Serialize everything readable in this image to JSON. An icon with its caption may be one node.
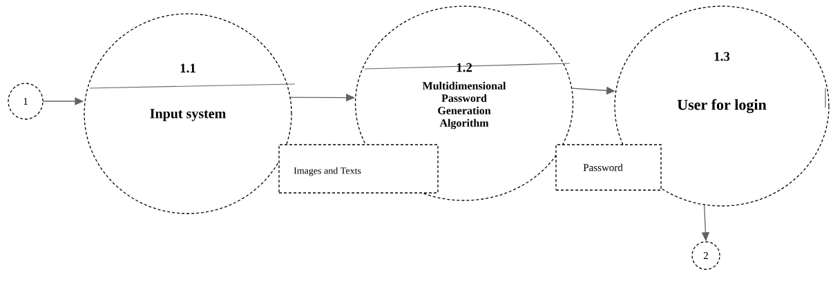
{
  "diagram": {
    "nodes": [
      {
        "text": [
          "1"
        ]
      },
      {
        "text": [
          "1.1",
          "Input system"
        ]
      },
      {
        "text": [
          "1.2",
          "Multidimensional Password Generation Algorithm"
        ]
      },
      {
        "text": [
          "1.3",
          "User for login"
        ]
      },
      {
        "text": [
          "Images and Texts"
        ]
      },
      {
        "text": [
          "Password"
        ]
      },
      {
        "text": [
          "2"
        ]
      }
    ],
    "edges": [
      {
        "from": 0,
        "to": 1,
        "arrow": "to"
      },
      {
        "from": 1,
        "to": 2,
        "arrow": "to"
      },
      {
        "from": 2,
        "to": 3,
        "arrow": "to"
      },
      {
        "from": 3,
        "to": 6,
        "arrow": "to"
      }
    ]
  }
}
